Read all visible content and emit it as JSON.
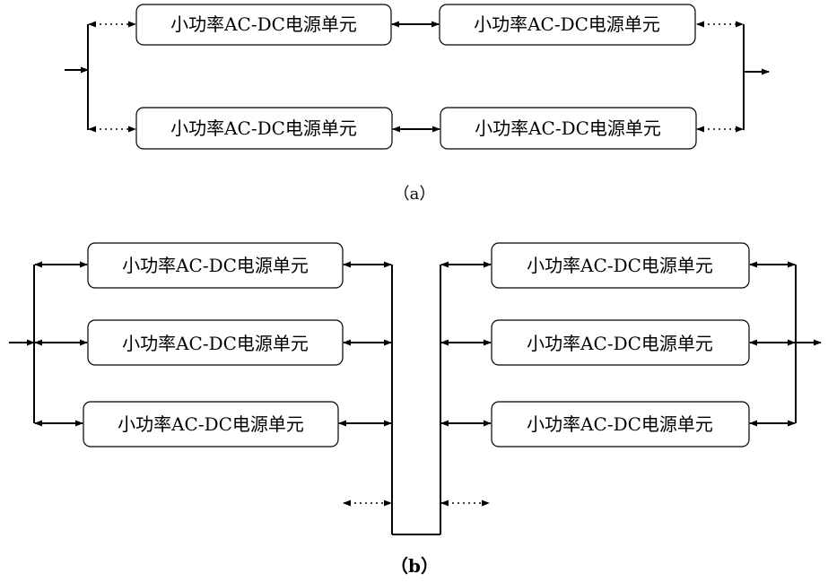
{
  "unit_label": "小功率AC-DC电源单元",
  "captions": {
    "a": "（a）",
    "b": "（b）"
  },
  "colors": {
    "stroke": "#000000",
    "background": "#ffffff"
  }
}
